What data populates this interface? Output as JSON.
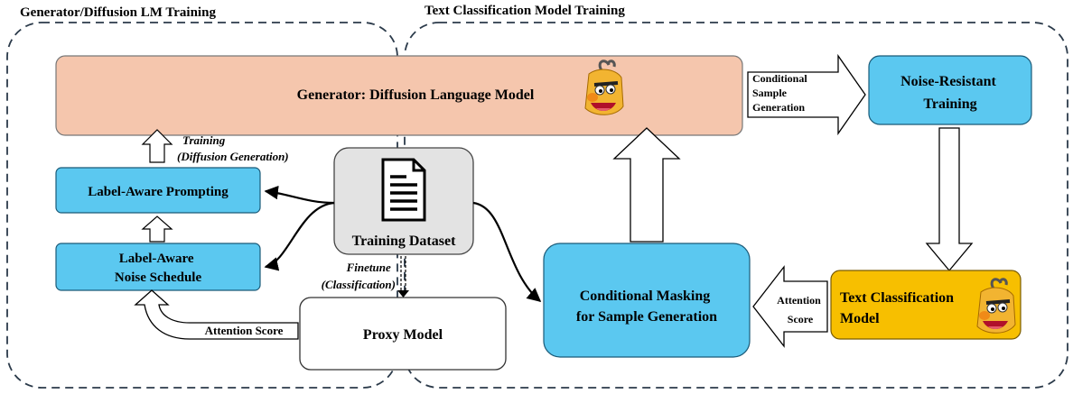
{
  "regions": {
    "left_title": "Generator/Diffusion LM Training",
    "right_title": "Text Classification Model Training"
  },
  "boxes": {
    "generator": "Generator: Diffusion Language Model",
    "noise_resistant": [
      "Noise-Resistant",
      "Training"
    ],
    "label_prompting": "Label-Aware Prompting",
    "label_noise": [
      "Label-Aware",
      "Noise Schedule"
    ],
    "training_dataset": "Training Dataset",
    "proxy_model": "Proxy Model",
    "conditional_masking": [
      "Conditional Masking",
      "for Sample Generation"
    ],
    "text_classification": [
      "Text Classification",
      "Model"
    ]
  },
  "edge_labels": {
    "conditional_generation": [
      "Conditional",
      "Sample",
      "Generation"
    ],
    "training_diffusion": [
      "Training",
      "(Diffusion Generation)"
    ],
    "finetune": [
      "Finetune",
      "(Classification)"
    ],
    "attention_score_left": "Attention Score",
    "attention_score_right": [
      "Attention",
      "Score"
    ]
  },
  "colors": {
    "generator_fill": "#f5c6ad",
    "blue_fill": "#5bc8f0",
    "gold_fill": "#f7bf00",
    "dataset_fill": "#e3e3e3",
    "white_fill": "#ffffff"
  },
  "icons": [
    "document-icon",
    "bert-mascot-icon"
  ]
}
